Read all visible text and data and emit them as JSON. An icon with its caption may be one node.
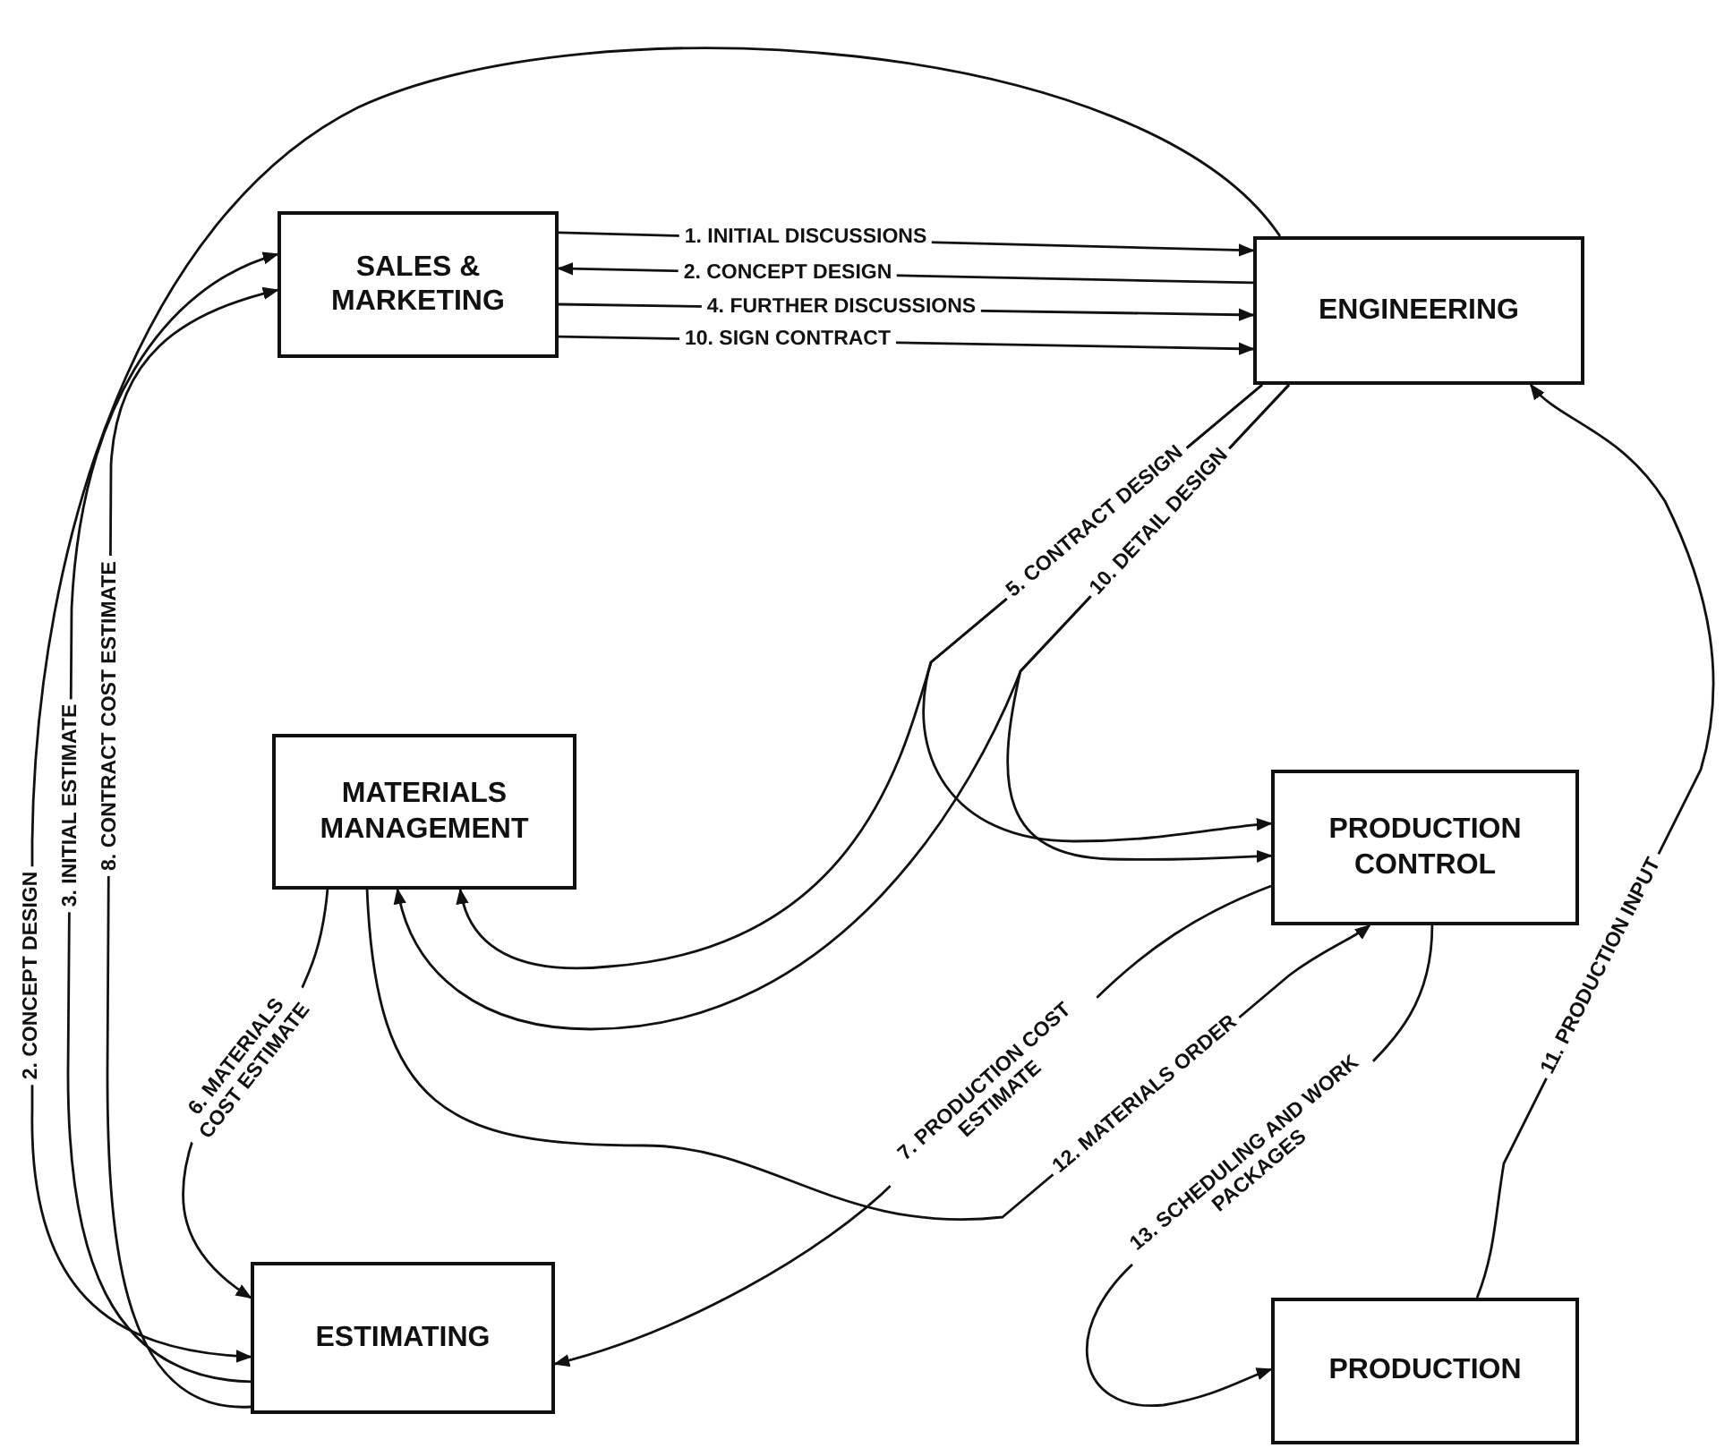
{
  "diagram": {
    "nodes": [
      {
        "text": [
          "SALES & MARKETING"
        ]
      },
      {
        "text": [
          "ENGINEERING"
        ]
      },
      {
        "text": [
          "MATERIALS MANAGEMENT"
        ]
      },
      {
        "text": [
          "PRODUCTION CONTROL"
        ]
      },
      {
        "text": [
          "ESTIMATING"
        ]
      },
      {
        "text": [
          "PRODUCTION"
        ]
      }
    ],
    "edges": [
      {
        "from": 0,
        "to": 1,
        "arrow": "to",
        "label": "1. INITIAL DISCUSSIONS"
      },
      {
        "from": 1,
        "to": 0,
        "arrow": "to",
        "label": "2. CONCEPT DESIGN"
      },
      {
        "from": 0,
        "to": 1,
        "arrow": "to",
        "label": "4. FURTHER DISCUSSIONS"
      },
      {
        "from": 0,
        "to": 1,
        "arrow": "to",
        "label": "10. SIGN CONTRACT"
      },
      {
        "from": 1,
        "to": 4,
        "arrow": "to",
        "label": "2. CONCEPT DESIGN"
      },
      {
        "from": 4,
        "to": 0,
        "arrow": "to",
        "label": "3. INITIAL ESTIMATE"
      },
      {
        "from": 4,
        "to": 0,
        "arrow": "to",
        "label": "8. CONTRACT COST ESTIMATE"
      },
      {
        "from": 1,
        "to": 2,
        "arrow": "to",
        "label": "5. CONTRACT DESIGN"
      },
      {
        "from": 1,
        "to": 3,
        "arrow": "to"
      },
      {
        "from": 1,
        "to": 2,
        "arrow": "to",
        "label": "10. DETAIL DESIGN"
      },
      {
        "from": 1,
        "to": 3,
        "arrow": "to"
      },
      {
        "from": 3,
        "to": 4,
        "arrow": "to",
        "label": "7. PRODUCTION COST ESTIMATE"
      },
      {
        "from": 2,
        "to": 3,
        "arrow": "to",
        "label": "12. MATERIALS ORDER"
      },
      {
        "from": 2,
        "to": 4,
        "arrow": "to",
        "label": "6. MATERIALS COST ESTIMATE"
      },
      {
        "from": 3,
        "to": 5,
        "arrow": "to",
        "label": "13. SCHEDULING AND WORK PACKAGES"
      },
      {
        "from": 5,
        "to": 1,
        "arrow": "to",
        "label": "11. PRODUCTION INPUT"
      }
    ]
  }
}
